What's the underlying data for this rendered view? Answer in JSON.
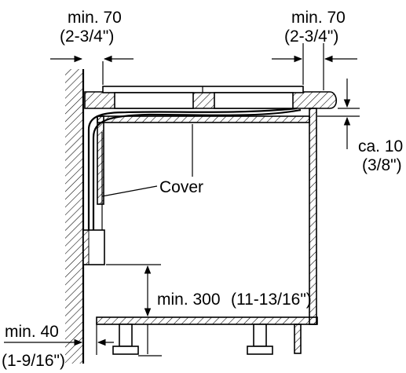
{
  "colors": {
    "ink": "#000000",
    "paper": "#ffffff"
  },
  "labels": {
    "top_left_min": "min. 70",
    "top_left_in": "(2-3/4\")",
    "top_right_min": "min. 70",
    "top_right_in": "(2-3/4\")",
    "gap": "ca. 10",
    "gap_in": "(3/8\")",
    "cover": "Cover",
    "below": "min. 300",
    "below_in": "(11-13/16\")",
    "left_min": "min. 40",
    "left_in": "(1-9/16\")"
  }
}
